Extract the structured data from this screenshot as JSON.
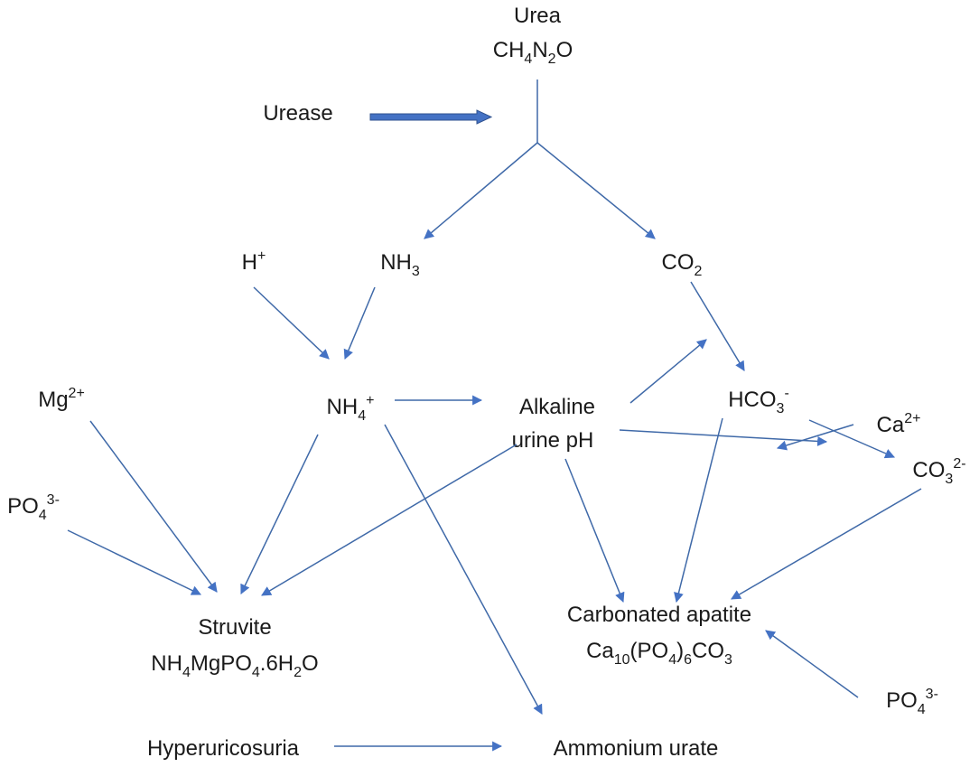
{
  "nodes": {
    "urea": {
      "name": "Urea",
      "formula": [
        [
          "CH"
        ],
        [
          "4",
          "sub"
        ],
        [
          "N"
        ],
        [
          "2",
          "sub"
        ],
        [
          "O"
        ]
      ]
    },
    "urease": {
      "name": "Urease"
    },
    "h_plus": {
      "parts": [
        [
          "H"
        ],
        [
          "+",
          "sup"
        ]
      ]
    },
    "nh3": {
      "parts": [
        [
          "NH"
        ],
        [
          "3",
          "sub"
        ]
      ]
    },
    "co2": {
      "parts": [
        [
          "CO"
        ],
        [
          "2",
          "sub"
        ]
      ]
    },
    "mg2": {
      "parts": [
        [
          "Mg"
        ],
        [
          "2+",
          "sup"
        ]
      ]
    },
    "nh4": {
      "parts": [
        [
          "NH"
        ],
        [
          "4",
          "sub"
        ],
        [
          "+",
          "sup"
        ]
      ]
    },
    "alkaline": {
      "line1": "Alkaline",
      "line2": "urine pH"
    },
    "hco3": {
      "parts": [
        [
          "HCO"
        ],
        [
          "3",
          "sub"
        ],
        [
          "-",
          "sup"
        ]
      ]
    },
    "co3": {
      "parts": [
        [
          "CO"
        ],
        [
          "3",
          "sub"
        ],
        [
          "2-",
          "sup"
        ]
      ]
    },
    "po4_left": {
      "parts": [
        [
          "PO"
        ],
        [
          "4",
          "sub"
        ],
        [
          "3-",
          "sup"
        ]
      ]
    },
    "ca2": {
      "parts": [
        [
          "Ca"
        ],
        [
          "2+",
          "sup"
        ]
      ]
    },
    "struvite": {
      "name": "Struvite",
      "formula": [
        [
          "NH"
        ],
        [
          "4",
          "sub"
        ],
        [
          "MgPO"
        ],
        [
          "4",
          "sub"
        ],
        [
          ".6H"
        ],
        [
          "2",
          "sub"
        ],
        [
          "O"
        ]
      ]
    },
    "apatite": {
      "name": "Carbonated apatite",
      "formula": [
        [
          "Ca"
        ],
        [
          "10",
          "sub"
        ],
        [
          "(PO"
        ],
        [
          "4",
          "sub"
        ],
        [
          ")"
        ],
        [
          "6",
          "sub"
        ],
        [
          "CO"
        ],
        [
          "3",
          "sub"
        ]
      ]
    },
    "po4_right": {
      "parts": [
        [
          "PO"
        ],
        [
          "4",
          "sub"
        ],
        [
          "3-",
          "sup"
        ]
      ]
    },
    "hyperuricosuria": {
      "name": "Hyperuricosuria"
    },
    "ammonium_urate": {
      "name": "Ammonium urate"
    }
  },
  "colors": {
    "arrow": "#3f69a8",
    "text": "#1a1a1a",
    "urease_arrow": "#4472c4",
    "urease_arrow_outline": "#2f528f"
  }
}
